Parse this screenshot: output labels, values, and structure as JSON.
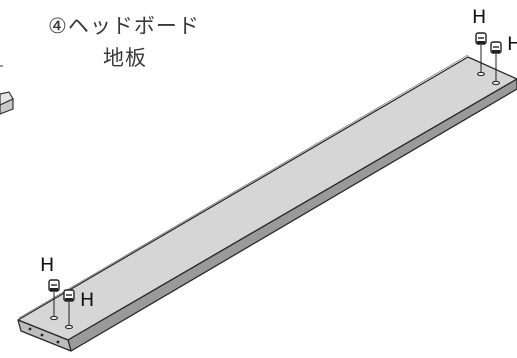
{
  "diagram": {
    "part_title": "④ヘッドボード",
    "part_subtitle": "地板",
    "hardware_labels": [
      "H",
      "H",
      "H",
      "H"
    ]
  }
}
